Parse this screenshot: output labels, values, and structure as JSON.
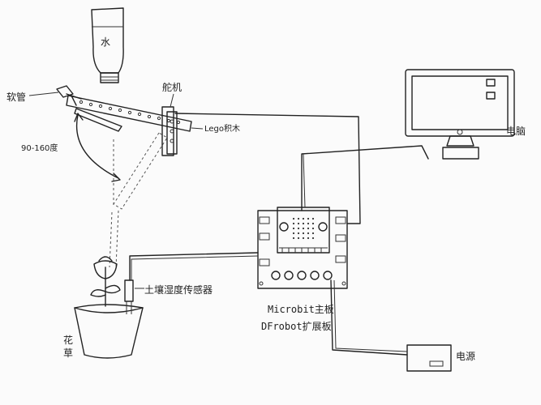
{
  "labels": {
    "water": "水",
    "nozzle": "软管",
    "servo": "舵机",
    "lego": "Lego积木",
    "angle": "90-160度",
    "computer": "电脑",
    "soil_sensor": "土壤湿度传感器",
    "board_line1": "Microbit主板",
    "board_line2": "DFrobot扩展板",
    "flower_pot_line1": "花",
    "flower_pot_line2": "草",
    "power": "电源"
  }
}
